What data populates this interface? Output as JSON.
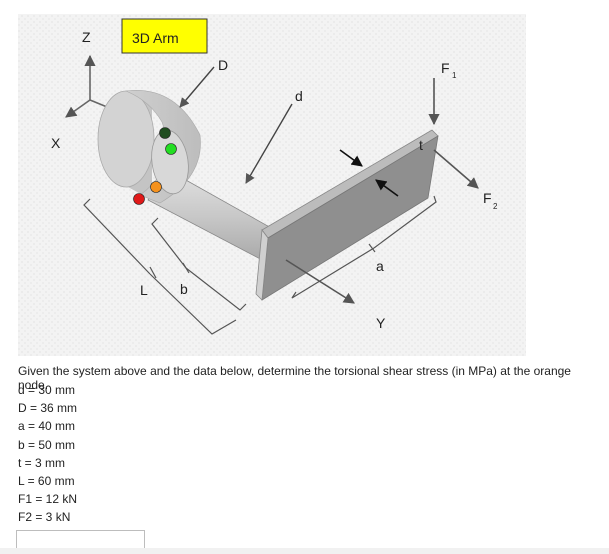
{
  "figure": {
    "title_box": "3D Arm",
    "axis_labels": {
      "z": "Z",
      "x": "X",
      "y": "Y"
    },
    "dimension_labels": {
      "D": "D",
      "d": "d",
      "L": "L",
      "b": "b",
      "a": "a",
      "t": "t"
    },
    "force_labels": {
      "f1_main": "F",
      "f1_sub": "1",
      "f2_main": "F",
      "f2_sub": "2"
    },
    "node_colors": {
      "dark_green": "#1f4d1f",
      "bright_green": "#22dd22",
      "orange": "#f5921e",
      "red": "#e01919"
    },
    "title_box_color": "#ffff00"
  },
  "question": "Given the system above and the data below, determine the torsional shear stress (in MPa) at the orange node.",
  "givens": [
    "d = 30 mm",
    "D = 36 mm",
    "a = 40 mm",
    "b = 50 mm",
    "t = 3 mm",
    "L = 60 mm",
    "F1 = 12 kN",
    "F2 = 3 kN"
  ],
  "answer": {
    "value": ""
  }
}
